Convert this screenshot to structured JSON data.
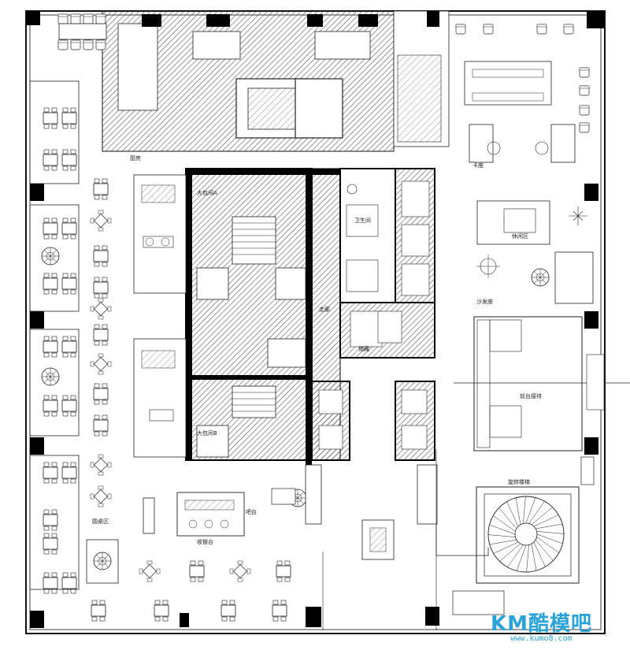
{
  "labels": {
    "private_room_a": "大包间A",
    "private_room_b": "大包间B",
    "round_table_area": "圆桌区",
    "sofa_seating": "沙发座",
    "lounge": "休闲区",
    "reception": "前台接待",
    "spiral_stair": "旋转楼梯",
    "kitchen": "厨房",
    "washroom": "卫生间",
    "corridor": "走廊",
    "cashier": "收银台",
    "bar": "吧台",
    "storage": "储藏",
    "seat_booth": "卡座"
  },
  "watermark": {
    "brand": "KM酷模吧",
    "url": "www.kumo8.com"
  },
  "colors": {
    "line": "#111111",
    "hatch": "#555555",
    "wall": "#000000",
    "watermark": "#2aa3d8"
  }
}
